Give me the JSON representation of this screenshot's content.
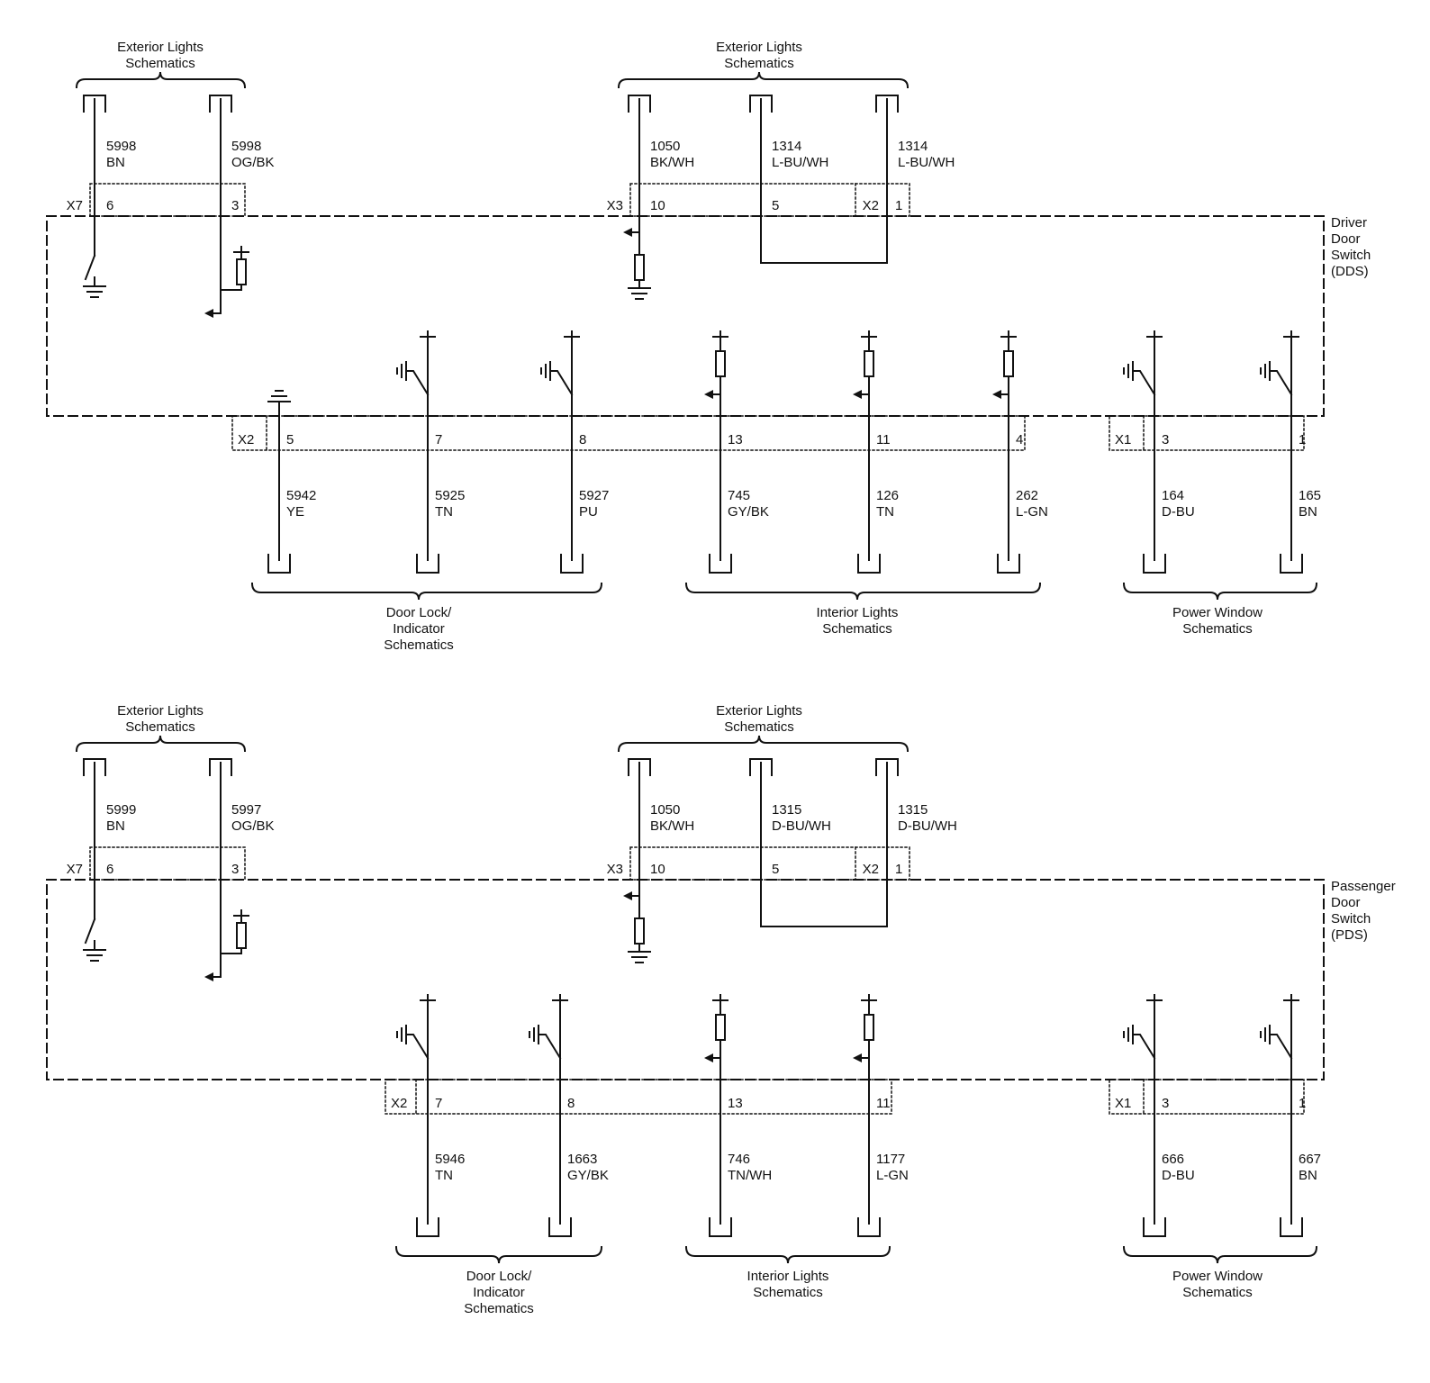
{
  "colors": {
    "ink": "#111111",
    "background": "#ffffff"
  },
  "dds": {
    "box_label": [
      "Driver",
      "Door",
      "Switch",
      "(DDS)"
    ],
    "left": {
      "title": [
        "Exterior Lights",
        "Schematics"
      ],
      "connector": "X7",
      "pins": [
        {
          "pin": "6",
          "circuit": "5998",
          "color": "BN"
        },
        {
          "pin": "3",
          "circuit": "5998",
          "color": "OG/BK"
        }
      ]
    },
    "mid": {
      "title": [
        "Exterior Lights",
        "Schematics"
      ],
      "connector_a": "X3",
      "connector_b": "X2",
      "pins": [
        {
          "pin": "10",
          "circuit": "1050",
          "color": "BK/WH"
        },
        {
          "pin": "5",
          "circuit": "1314",
          "color": "L-BU/WH"
        },
        {
          "pin": "1",
          "circuit": "1314",
          "color": "L-BU/WH"
        }
      ]
    },
    "bottom": {
      "connector_a": "X2",
      "connector_b": "X1",
      "pins": [
        {
          "pin": "5",
          "circuit": "5942",
          "color": "YE"
        },
        {
          "pin": "7",
          "circuit": "5925",
          "color": "TN"
        },
        {
          "pin": "8",
          "circuit": "5927",
          "color": "PU"
        },
        {
          "pin": "13",
          "circuit": "745",
          "color": "GY/BK"
        },
        {
          "pin": "11",
          "circuit": "126",
          "color": "TN"
        },
        {
          "pin": "4",
          "circuit": "262",
          "color": "L-GN"
        },
        {
          "pin": "3",
          "circuit": "164",
          "color": "D-BU"
        },
        {
          "pin": "1",
          "circuit": "165",
          "color": "BN"
        }
      ],
      "groups": [
        {
          "label": [
            "Door Lock/",
            "Indicator",
            "Schematics"
          ]
        },
        {
          "label": [
            "Interior Lights",
            "Schematics"
          ]
        },
        {
          "label": [
            "Power Window",
            "Schematics"
          ]
        }
      ]
    }
  },
  "pds": {
    "box_label": [
      "Passenger",
      "Door",
      "Switch",
      "(PDS)"
    ],
    "left": {
      "title": [
        "Exterior Lights",
        "Schematics"
      ],
      "connector": "X7",
      "pins": [
        {
          "pin": "6",
          "circuit": "5999",
          "color": "BN"
        },
        {
          "pin": "3",
          "circuit": "5997",
          "color": "OG/BK"
        }
      ]
    },
    "mid": {
      "title": [
        "Exterior Lights",
        "Schematics"
      ],
      "connector_a": "X3",
      "connector_b": "X2",
      "pins": [
        {
          "pin": "10",
          "circuit": "1050",
          "color": "BK/WH"
        },
        {
          "pin": "5",
          "circuit": "1315",
          "color": "D-BU/WH"
        },
        {
          "pin": "1",
          "circuit": "1315",
          "color": "D-BU/WH"
        }
      ]
    },
    "bottom": {
      "connector_a": "X2",
      "connector_b": "X1",
      "pins": [
        {
          "pin": "7",
          "circuit": "5946",
          "color": "TN"
        },
        {
          "pin": "8",
          "circuit": "1663",
          "color": "GY/BK"
        },
        {
          "pin": "13",
          "circuit": "746",
          "color": "TN/WH"
        },
        {
          "pin": "11",
          "circuit": "1177",
          "color": "L-GN"
        },
        {
          "pin": "3",
          "circuit": "666",
          "color": "D-BU"
        },
        {
          "pin": "1",
          "circuit": "667",
          "color": "BN"
        }
      ],
      "groups": [
        {
          "label": [
            "Door Lock/",
            "Indicator",
            "Schematics"
          ]
        },
        {
          "label": [
            "Interior Lights",
            "Schematics"
          ]
        },
        {
          "label": [
            "Power Window",
            "Schematics"
          ]
        }
      ]
    }
  }
}
